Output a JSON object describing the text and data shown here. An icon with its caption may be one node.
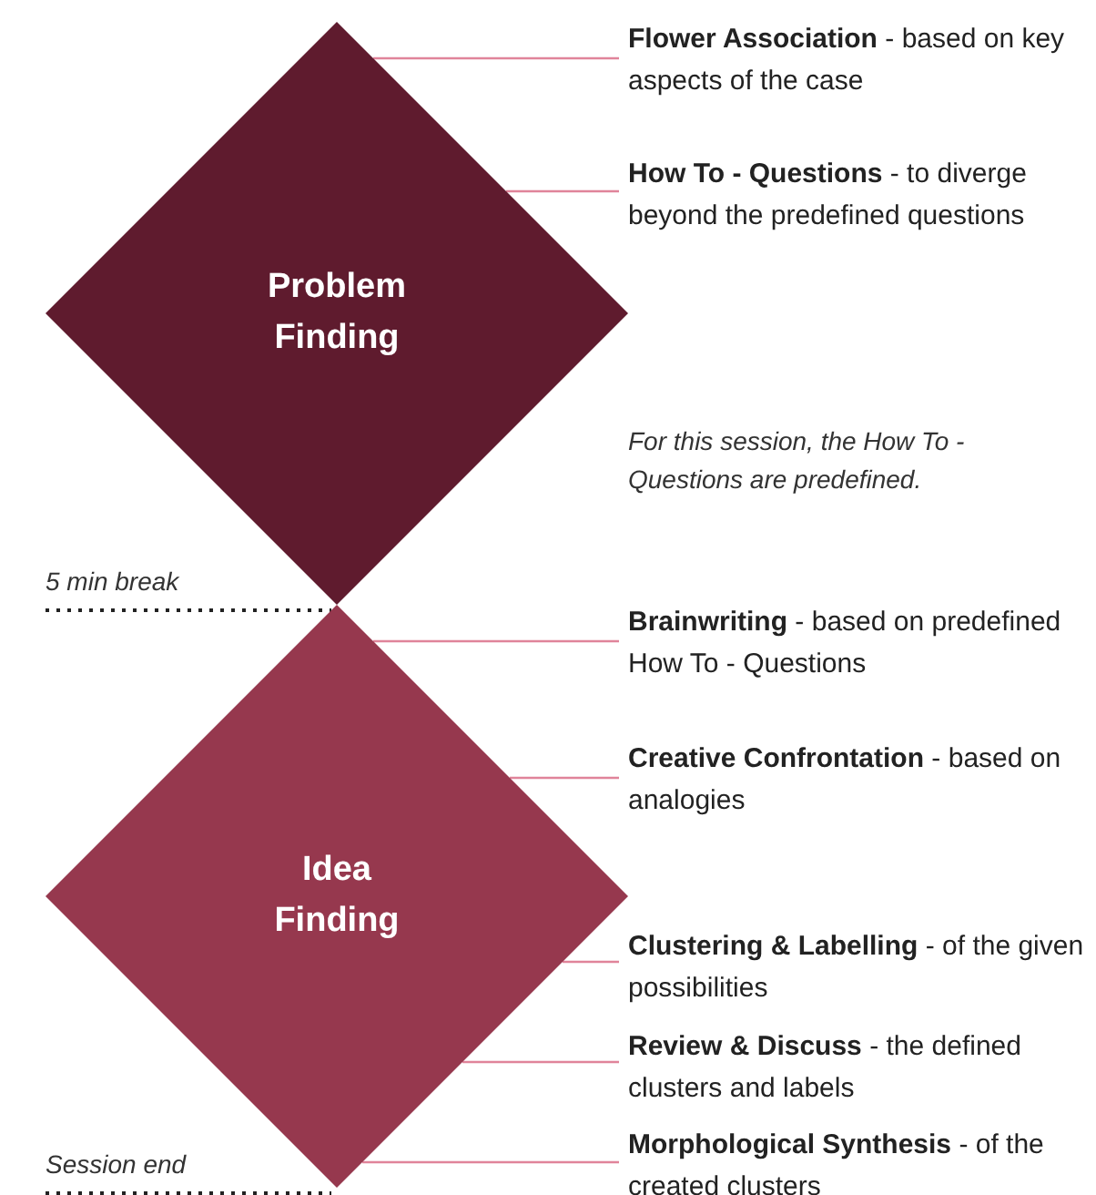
{
  "diagram": {
    "nodes": [
      {
        "text": [
          "Problem Finding"
        ]
      },
      {
        "text": [
          "Idea Finding"
        ]
      },
      {
        "text": [
          "**Flower Association** - based on key aspects of the case"
        ]
      },
      {
        "text": [
          "**How To - Questions** - to diverge beyond the predefined questions"
        ]
      },
      {
        "text": [
          "**Brainwriting** - based on predefined How To - Questions"
        ]
      },
      {
        "text": [
          "**Creative Confrontation** - based on analogies"
        ]
      },
      {
        "text": [
          "**Clustering & Labelling** - of the given possibilities"
        ]
      },
      {
        "text": [
          "**Review & Discuss** - the defined clusters and labels"
        ]
      },
      {
        "text": [
          "**Morphological Synthesis** - of the created clusters"
        ]
      }
    ],
    "edges": [
      {
        "from": 2,
        "to": 0,
        "arrow": "none"
      },
      {
        "from": 3,
        "to": 0,
        "arrow": "none"
      },
      {
        "from": 4,
        "to": 1,
        "arrow": "none"
      },
      {
        "from": 5,
        "to": 1,
        "arrow": "none"
      },
      {
        "from": 6,
        "to": 1,
        "arrow": "none"
      },
      {
        "from": 7,
        "to": 1,
        "arrow": "none"
      },
      {
        "from": 8,
        "to": 1,
        "arrow": "none"
      }
    ],
    "labels": [
      "For this session, the How To - Questions are predefined.",
      "5 min break",
      "Session end"
    ]
  }
}
